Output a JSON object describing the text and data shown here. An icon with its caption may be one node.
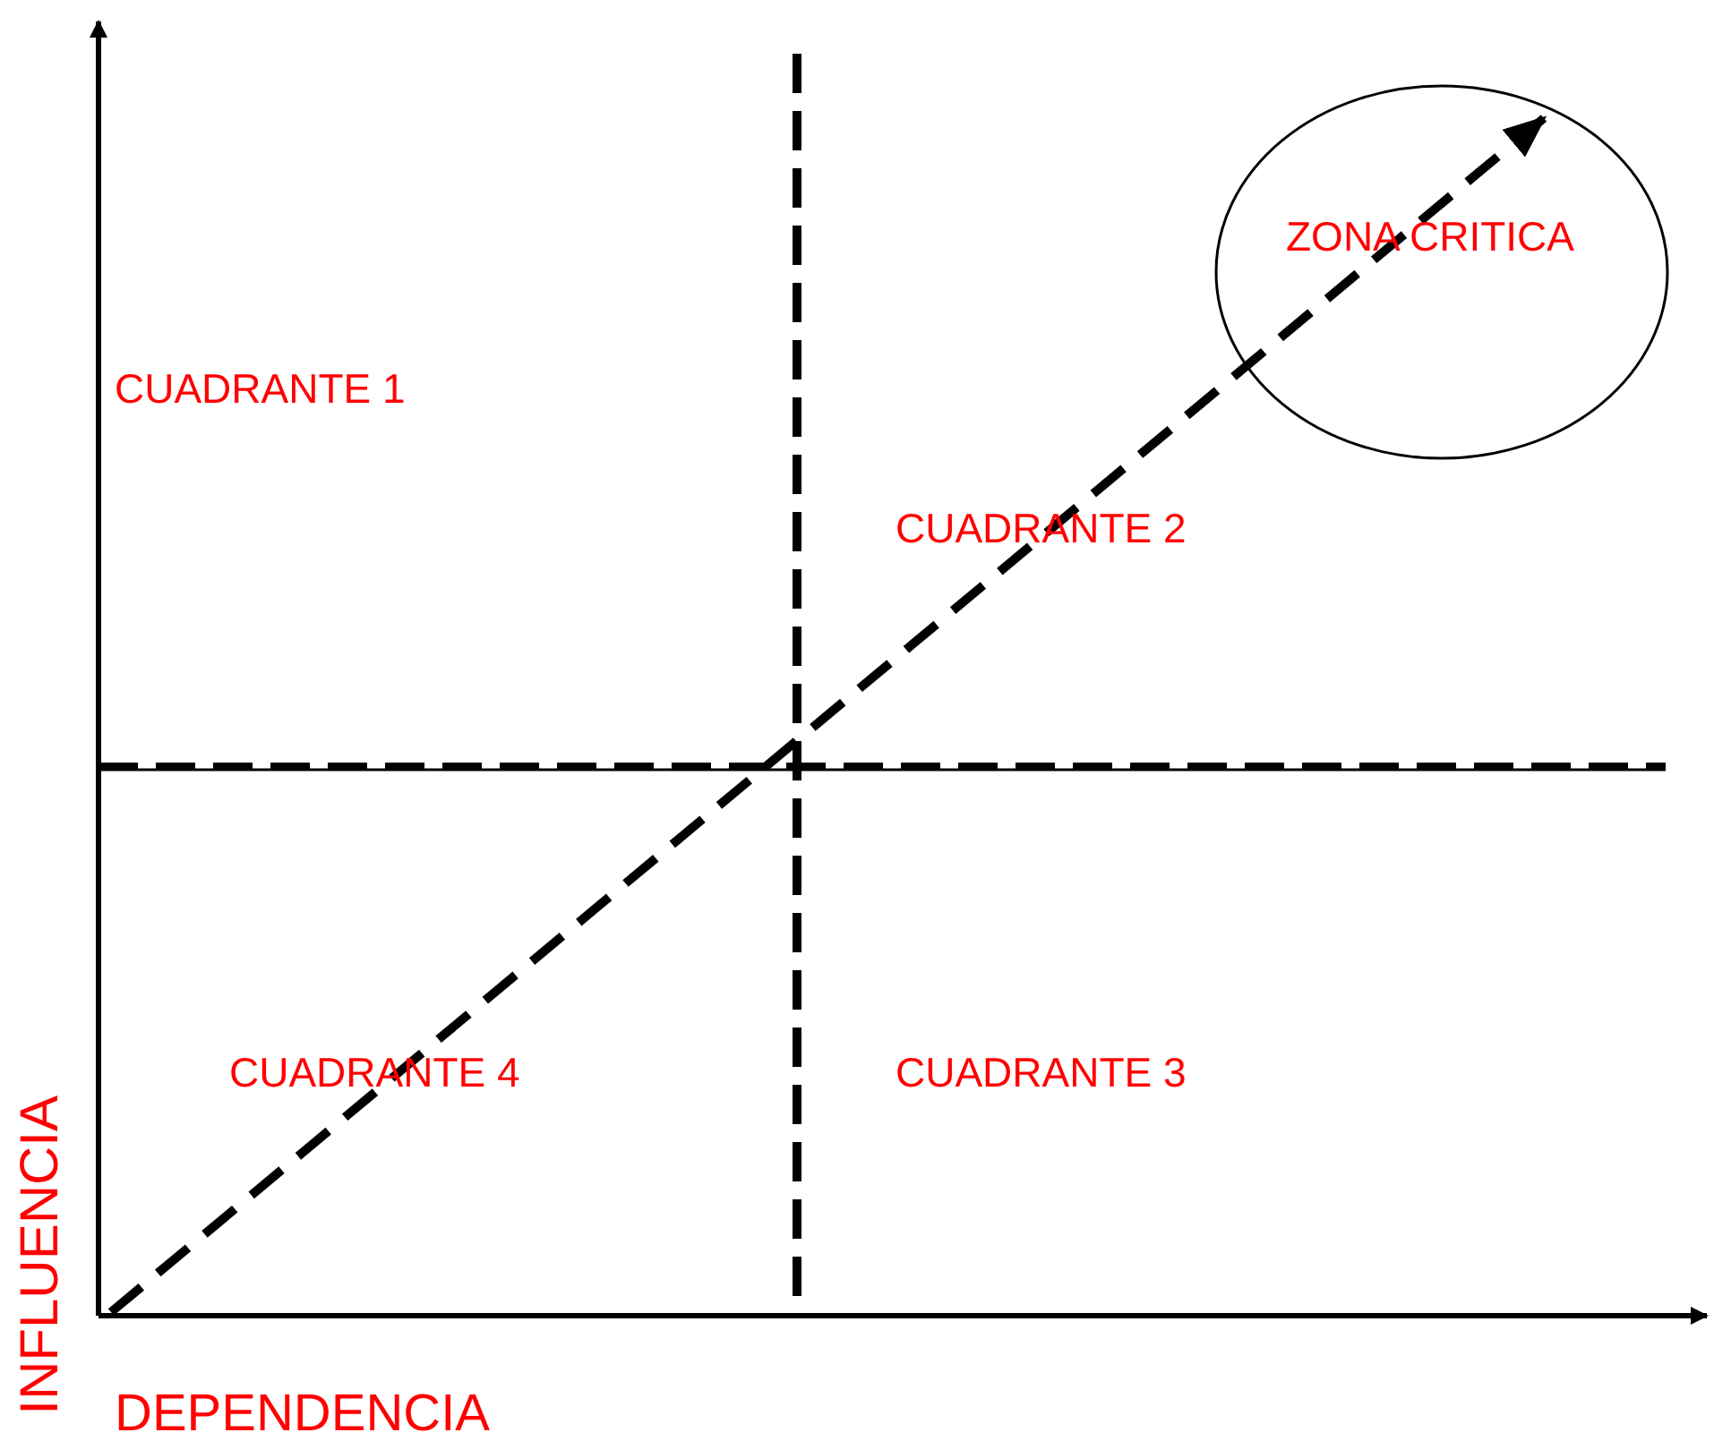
{
  "diagram": {
    "nodes": [
      {
        "text": [
          "ZONA CRITICA"
        ]
      }
    ],
    "labels": [
      "CUADRANTE 1",
      "CUADRANTE 2",
      "CUADRANTE 4",
      "CUADRANTE 3",
      "INFLUENCIA",
      "DEPENDENCIA"
    ]
  }
}
